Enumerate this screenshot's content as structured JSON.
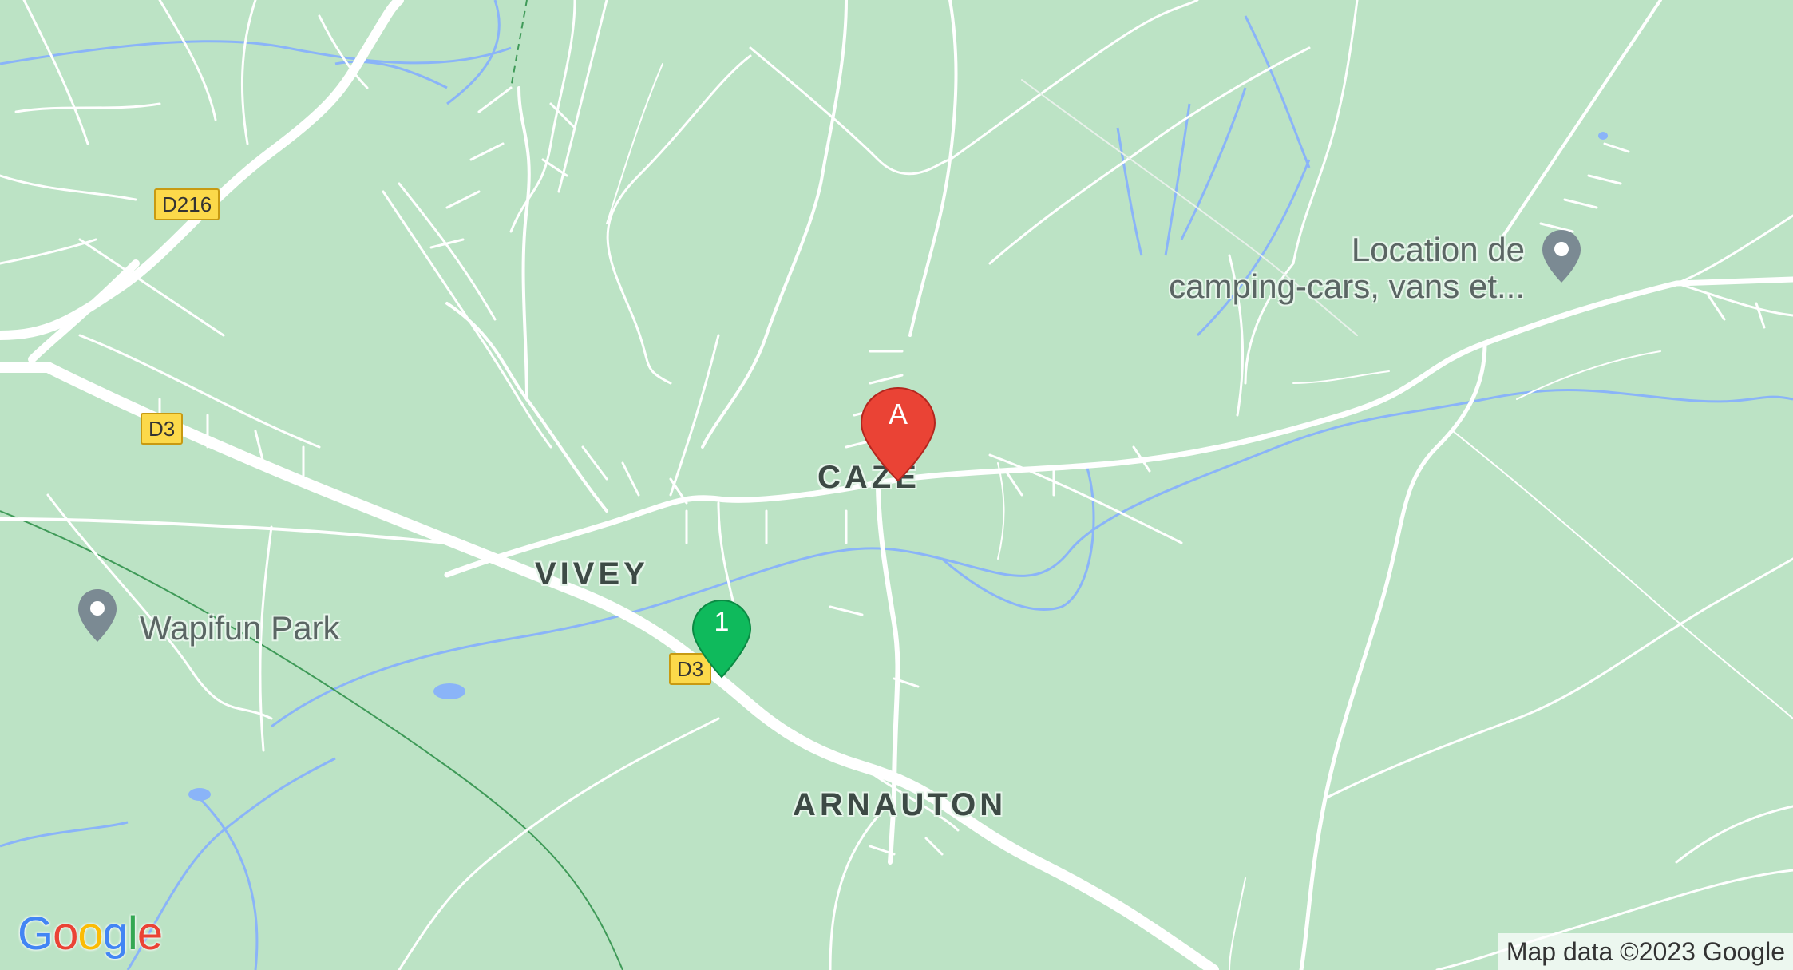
{
  "map": {
    "background_color": "#bce3c5",
    "road_color": "#ffffff",
    "water_color": "#8ab4f8",
    "rail_color": "#3f9a58"
  },
  "places": {
    "caze": "CAZÉ",
    "vivey": "VIVEY",
    "arnauton": "ARNAUTON"
  },
  "pois": {
    "wapifun": "Wapifun Park",
    "location_line1": "Location de",
    "location_line2": "camping-cars, vans et..."
  },
  "road_shields": {
    "d216": "D216",
    "d3_upper": "D3",
    "d3_lower": "D3"
  },
  "markers": {
    "a": {
      "label": "A",
      "color": "#ea4335"
    },
    "one": {
      "label": "1",
      "color": "#0fba5c"
    }
  },
  "logo": {
    "text": "Google",
    "letters": [
      "G",
      "o",
      "o",
      "g",
      "l",
      "e"
    ]
  },
  "attribution": "Map data ©2023 Google"
}
